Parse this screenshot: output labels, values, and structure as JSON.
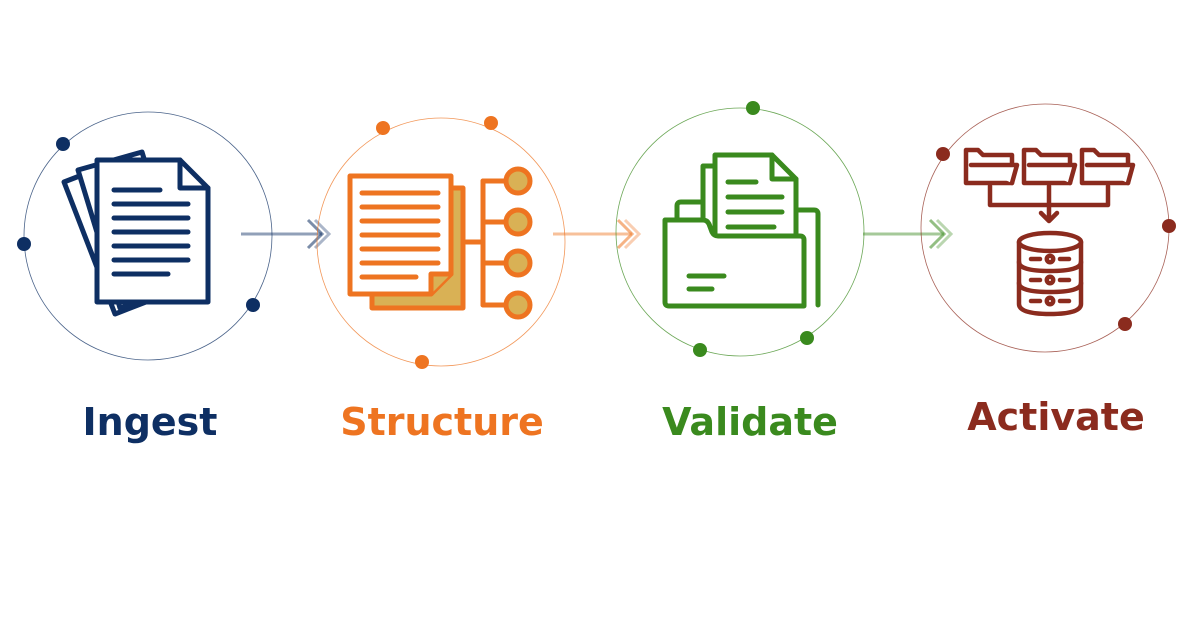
{
  "stages": [
    {
      "label": "Ingest",
      "color": "#0e2f63",
      "icon": "stacked-documents-icon"
    },
    {
      "label": "Structure",
      "color": "#ee7421",
      "icon": "document-hierarchy-icon"
    },
    {
      "label": "Validate",
      "color": "#3a8a1e",
      "icon": "file-folder-icon"
    },
    {
      "label": "Activate",
      "color": "#8b2b1e",
      "icon": "folders-to-database-icon"
    }
  ],
  "colors": {
    "ingest": "#0e2f63",
    "structure": "#ee7421",
    "structure_fill": "#d9b155",
    "validate": "#3a8a1e",
    "activate": "#8b2b1e"
  }
}
